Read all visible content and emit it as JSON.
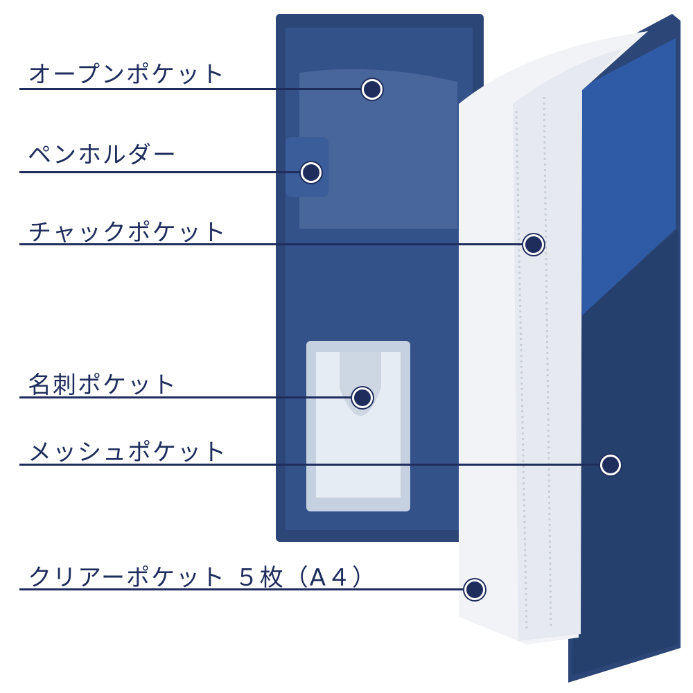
{
  "callouts": [
    {
      "label": "オープンポケット"
    },
    {
      "label": "ペンホルダー"
    },
    {
      "label": "チャックポケット"
    },
    {
      "label": "名刺ポケット"
    },
    {
      "label": "メッシュポケット"
    },
    {
      "label": "クリアーポケット ５枚（A４）"
    }
  ],
  "colors": {
    "navy": "#1f2d5c",
    "folder": "#2c4677",
    "clipboard": "#2f5ba6"
  }
}
